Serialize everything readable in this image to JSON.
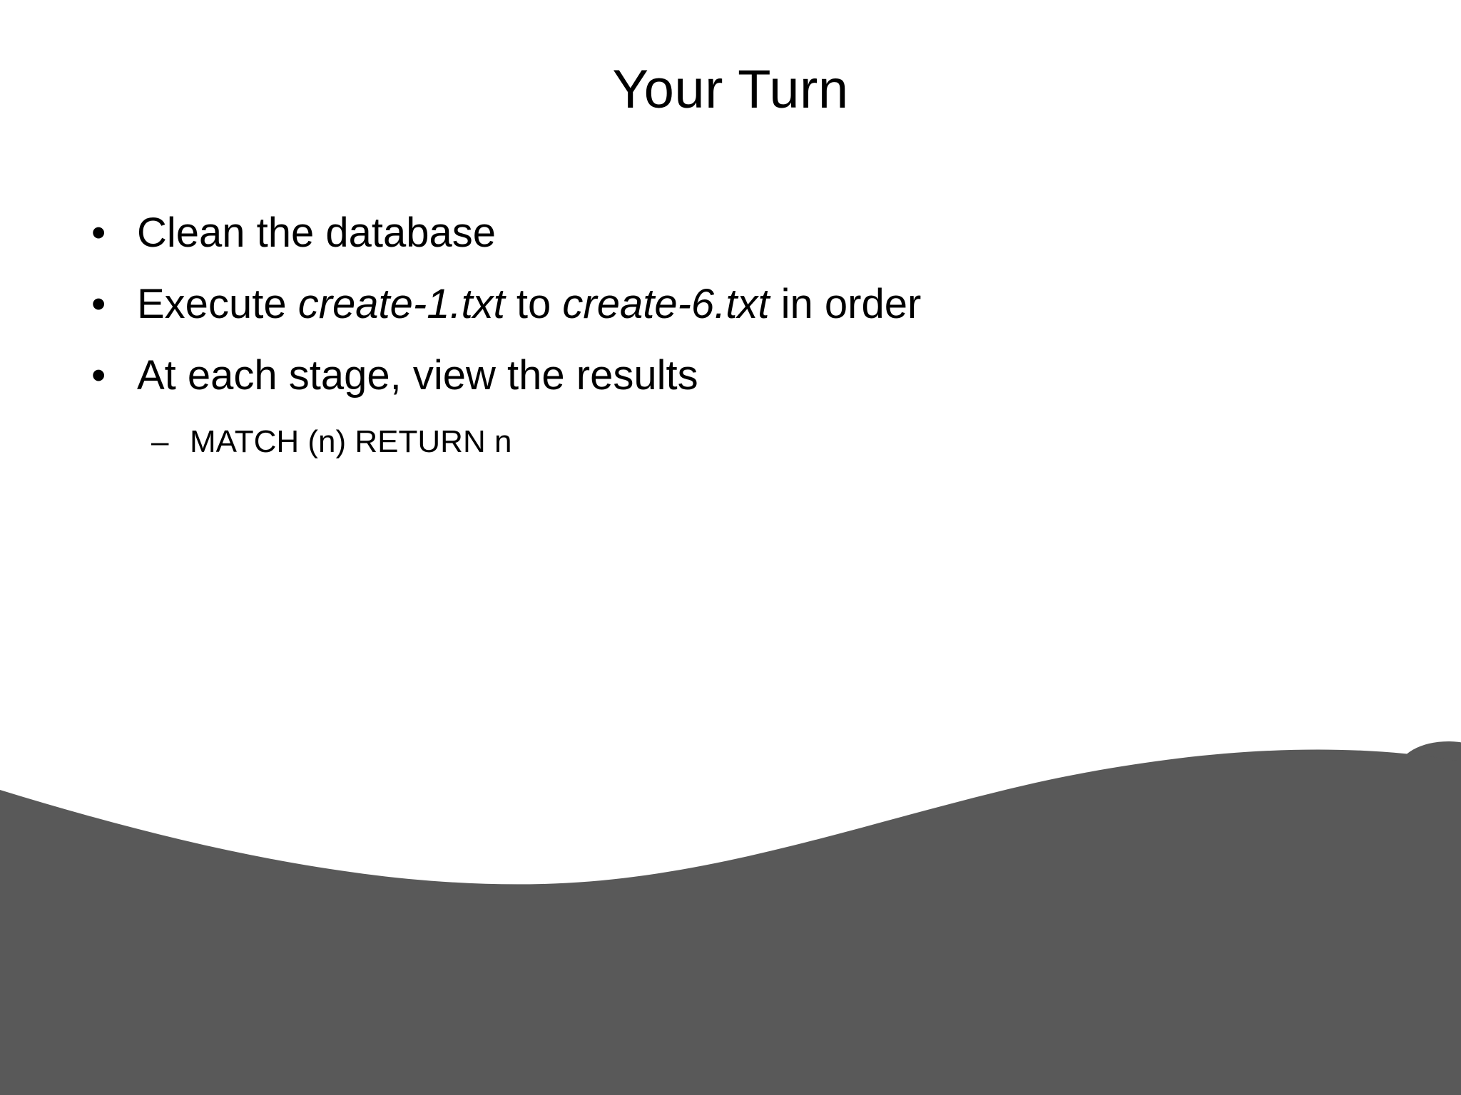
{
  "slide": {
    "title": "Your Turn",
    "background_color": "#ffffff",
    "text_color": "#000000",
    "decor_color": "#595959",
    "bullets": [
      {
        "marker": "•",
        "level": 1,
        "text": "Clean the database"
      },
      {
        "marker": "•",
        "level": 1,
        "text_pre": "Execute ",
        "italic_1": "create-1.txt",
        "text_mid": " to ",
        "italic_2": "create-6.txt",
        "text_post": " in order"
      },
      {
        "marker": "•",
        "level": 1,
        "text": "At each stage, view the results"
      },
      {
        "marker": "–",
        "level": 2,
        "text": "MATCH (n) RETURN n"
      }
    ]
  },
  "decoration": {
    "name": "plant-molecule-graphic",
    "wave_name": "bottom-wave-band"
  }
}
